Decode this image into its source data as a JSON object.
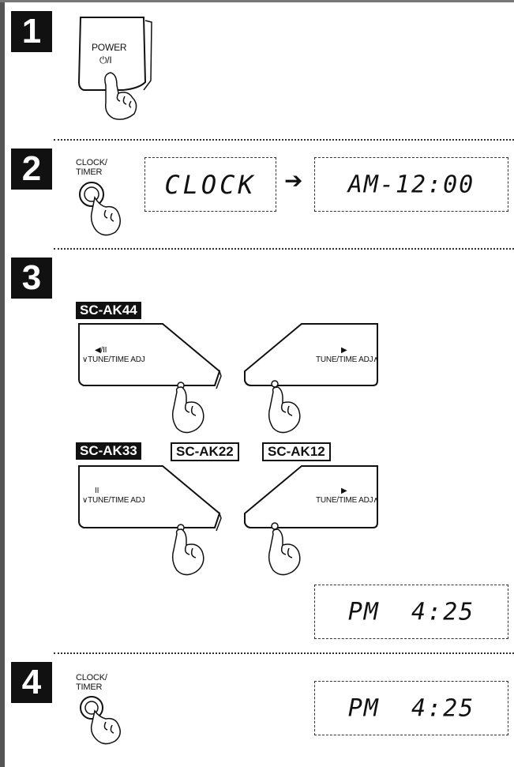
{
  "steps": [
    {
      "number": "1"
    },
    {
      "number": "2"
    },
    {
      "number": "3"
    },
    {
      "number": "4"
    }
  ],
  "step1": {
    "power_label": "POWER",
    "power_symbol": "⏻/I"
  },
  "step2": {
    "clock_timer_line1": "CLOCK/",
    "clock_timer_line2": "TIMER",
    "display_from": "CLOCK",
    "arrow": "➔",
    "display_to": "AM-12:00"
  },
  "step3": {
    "model_ak44": "SC-AK44",
    "model_ak33": "SC-AK33",
    "model_ak22": "SC-AK22",
    "model_ak12": "SC-AK12",
    "ak44_left_symbol": "◀/II",
    "ak44_left_label": "∨TUNE/TIME ADJ",
    "ak44_right_symbol": "▶",
    "ak44_right_label": "TUNE/TIME ADJ∧",
    "ak33_left_symbol": "II",
    "ak33_left_label": "∨TUNE/TIME ADJ",
    "ak33_right_symbol": "▶",
    "ak33_right_label": "TUNE/TIME ADJ∧",
    "display": "PM  4:25"
  },
  "step4": {
    "clock_timer_line1": "CLOCK/",
    "clock_timer_line2": "TIMER",
    "display": "PM  4:25"
  }
}
